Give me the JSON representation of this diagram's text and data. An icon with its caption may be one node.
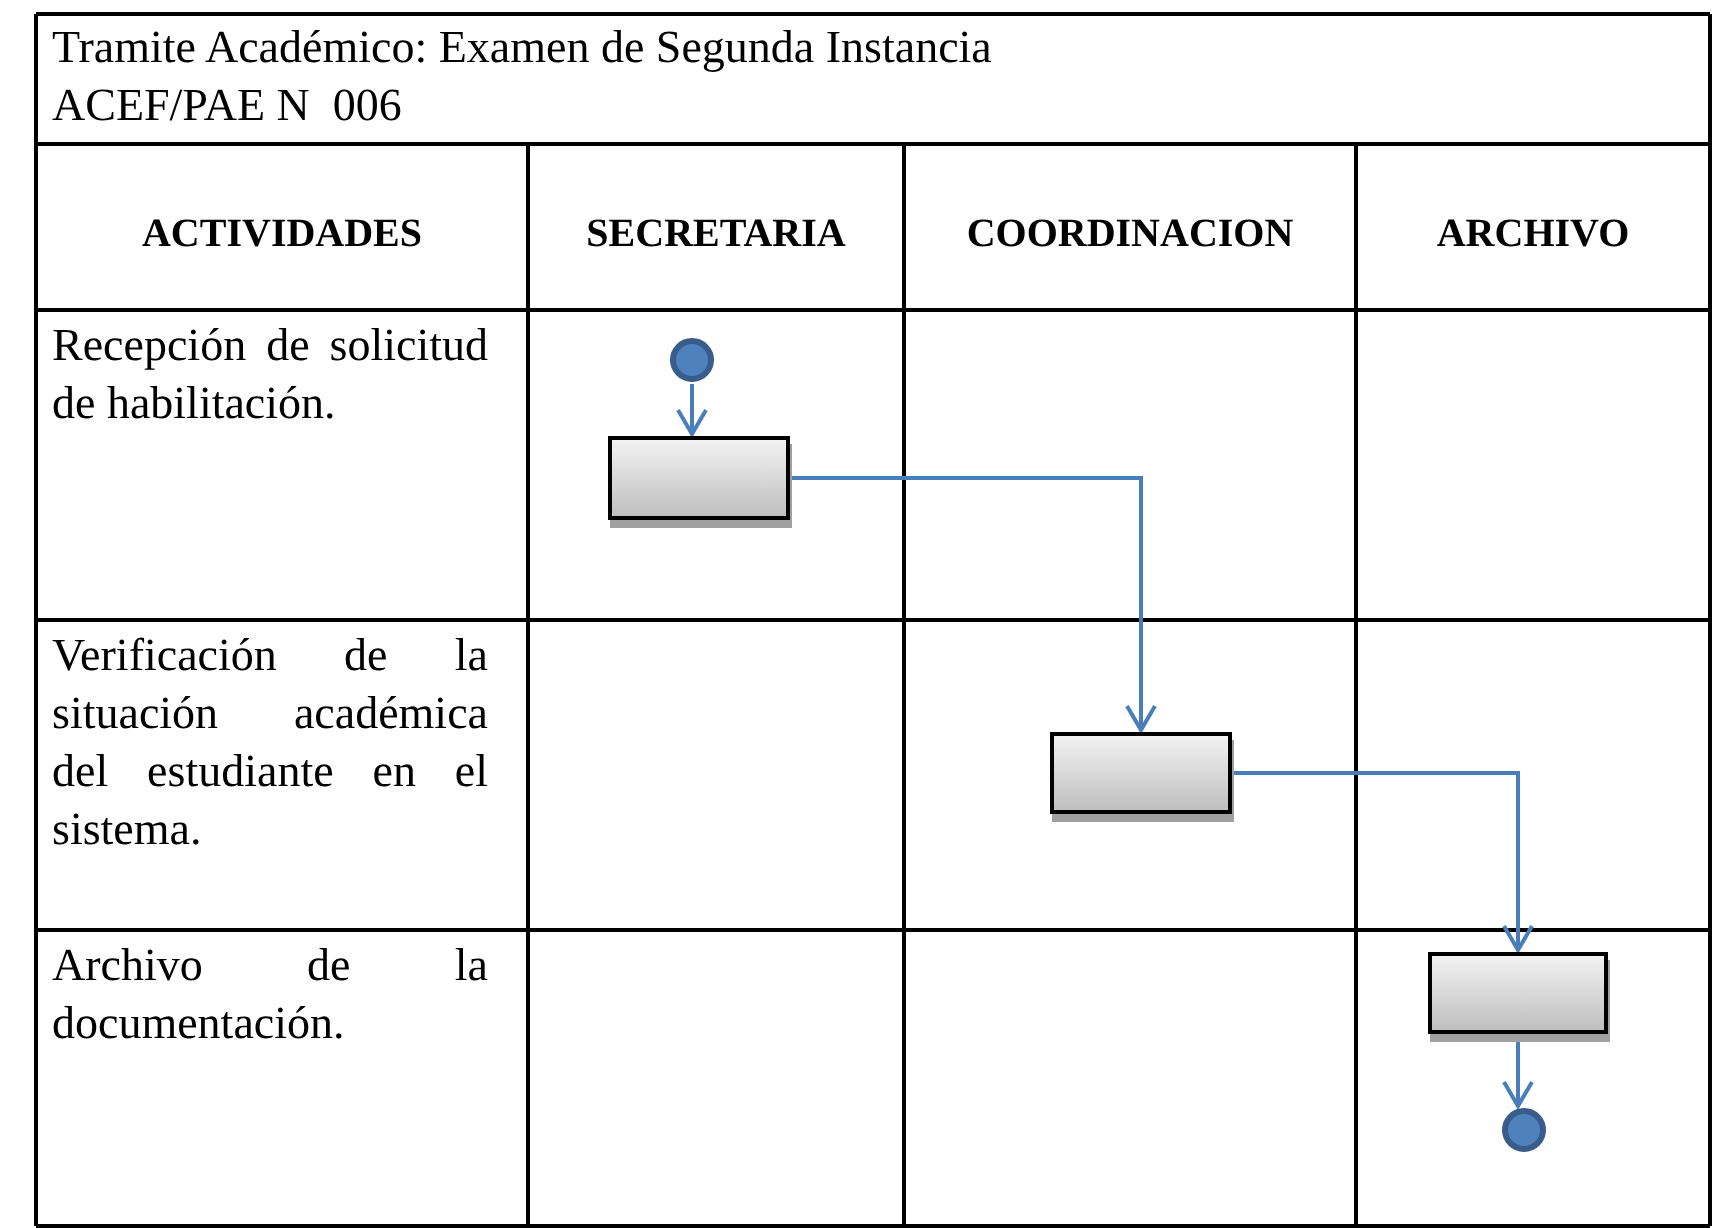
{
  "diagram": {
    "title": "Tramite Académico: Examen de Segunda Instancia",
    "nodes": [
      {
        "text": [],
        "shape": "circle"
      },
      {
        "text": [],
        "shape": "box"
      },
      {
        "text": [],
        "shape": "box"
      },
      {
        "text": [],
        "shape": "box"
      },
      {
        "text": [],
        "shape": "circle"
      }
    ],
    "edges": [
      {
        "from": 0,
        "to": 1,
        "arrow": "to"
      },
      {
        "from": 1,
        "to": 2,
        "arrow": "to"
      },
      {
        "from": 2,
        "to": 3,
        "arrow": "to"
      },
      {
        "from": 3,
        "to": 4,
        "arrow": "to"
      }
    ],
    "labels": [
      "ACEF/PAE N  006",
      "ACTIVIDADES",
      "SECRETARIA",
      "COORDINACION",
      "ARCHIVO",
      "Recepción de solicitud de habilitación.",
      "Verificación de la situación académica del estudiante en el sistema.",
      "Archivo de la documentación."
    ]
  }
}
